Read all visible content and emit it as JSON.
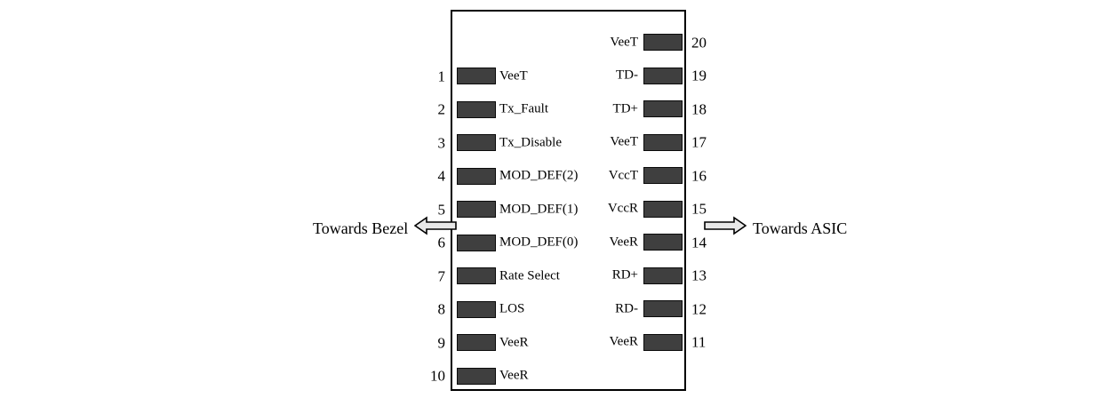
{
  "diagram": {
    "module_box": {
      "name": "transceiver-pin-outline"
    },
    "left_column": {
      "pins": [
        {
          "number": "1",
          "label": "VeeT"
        },
        {
          "number": "2",
          "label": "Tx_Fault"
        },
        {
          "number": "3",
          "label": "Tx_Disable"
        },
        {
          "number": "4",
          "label": "MOD_DEF(2)"
        },
        {
          "number": "5",
          "label": "MOD_DEF(1)"
        },
        {
          "number": "6",
          "label": "MOD_DEF(0)"
        },
        {
          "number": "7",
          "label": "Rate Select"
        },
        {
          "number": "8",
          "label": "LOS"
        },
        {
          "number": "9",
          "label": "VeeR"
        },
        {
          "number": "10",
          "label": "VeeR"
        }
      ]
    },
    "right_column": {
      "pins": [
        {
          "number": "20",
          "label": "VeeT"
        },
        {
          "number": "19",
          "label": "TD-"
        },
        {
          "number": "18",
          "label": "TD+"
        },
        {
          "number": "17",
          "label": "VeeT"
        },
        {
          "number": "16",
          "label": "VccT"
        },
        {
          "number": "15",
          "label": "VccR"
        },
        {
          "number": "14",
          "label": "VeeR"
        },
        {
          "number": "13",
          "label": "RD+"
        },
        {
          "number": "12",
          "label": "RD-"
        },
        {
          "number": "11",
          "label": "VeeR"
        }
      ]
    },
    "annotations": {
      "left": {
        "text": "Towards Bezel",
        "arrow": "arrow-left-icon"
      },
      "right": {
        "text": "Towards ASIC",
        "arrow": "arrow-right-icon"
      }
    },
    "colors": {
      "pad_fill": "#3f3f3f",
      "pad_border": "#0a0a0a",
      "outline": "#000000",
      "background": "#ffffff"
    }
  }
}
